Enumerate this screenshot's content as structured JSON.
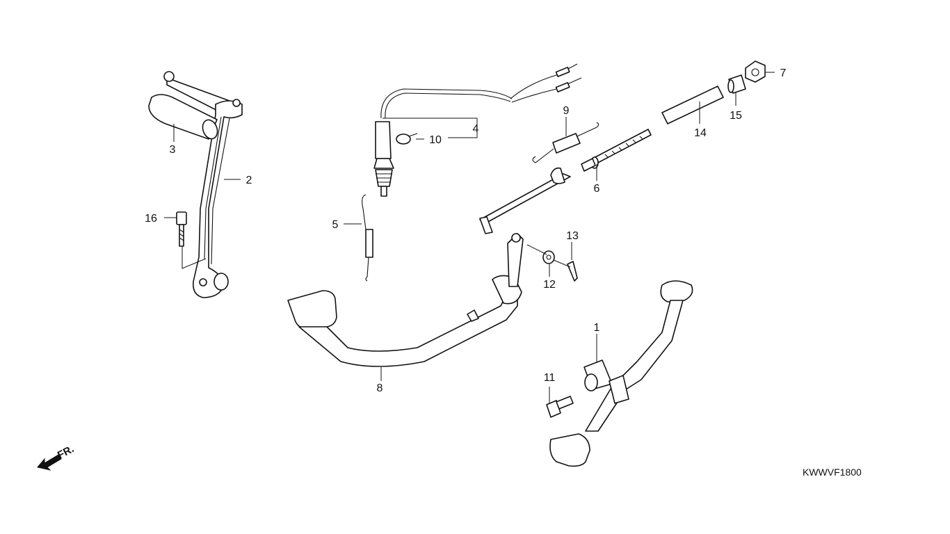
{
  "diagram": {
    "drawing_code": "KWWVF1800",
    "direction_label": "FR.",
    "callouts": [
      {
        "id": "c1",
        "label": "1"
      },
      {
        "id": "c2",
        "label": "2"
      },
      {
        "id": "c3",
        "label": "3"
      },
      {
        "id": "c4",
        "label": "4"
      },
      {
        "id": "c5",
        "label": "5"
      },
      {
        "id": "c6",
        "label": "6"
      },
      {
        "id": "c7",
        "label": "7"
      },
      {
        "id": "c8",
        "label": "8"
      },
      {
        "id": "c9",
        "label": "9"
      },
      {
        "id": "c10",
        "label": "10"
      },
      {
        "id": "c11",
        "label": "11"
      },
      {
        "id": "c12",
        "label": "12"
      },
      {
        "id": "c13",
        "label": "13"
      },
      {
        "id": "c14",
        "label": "14"
      },
      {
        "id": "c15",
        "label": "15"
      },
      {
        "id": "c16",
        "label": "16"
      }
    ]
  }
}
